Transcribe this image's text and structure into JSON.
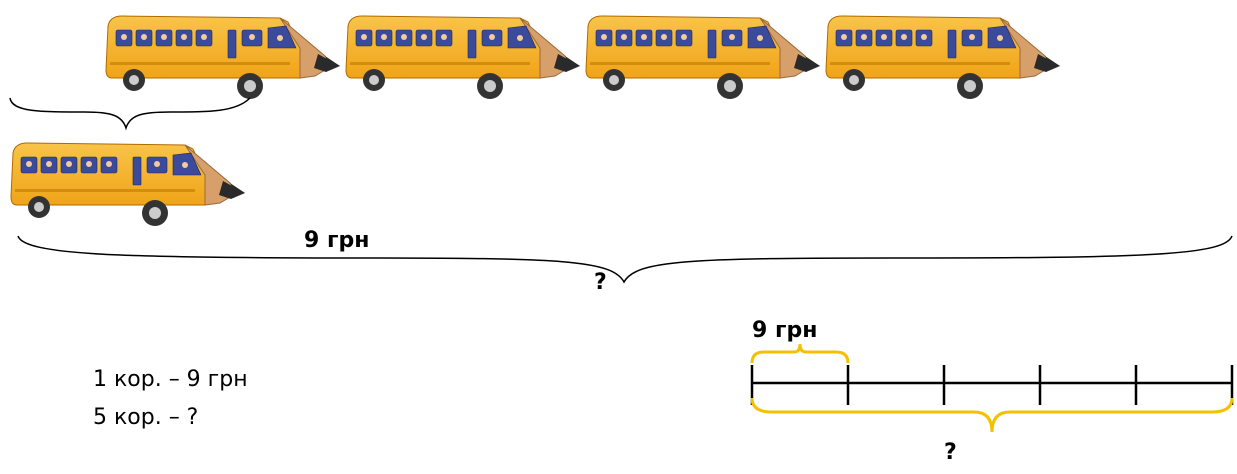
{
  "top_brace_label": "9 грн",
  "bottom_brace_label": "?",
  "condition": {
    "line1": "1 кор. – 9 грн",
    "line2": "5 кор. – ?"
  },
  "segment_diagram": {
    "part_label": "9 грн",
    "total_label": "?",
    "segments": 5,
    "accent_color": "#f2c200"
  },
  "bus_colors": {
    "body": "#f0a418",
    "roof": "#f8c44a",
    "tip": "#2a2a2a",
    "wood": "#d7a06b"
  }
}
